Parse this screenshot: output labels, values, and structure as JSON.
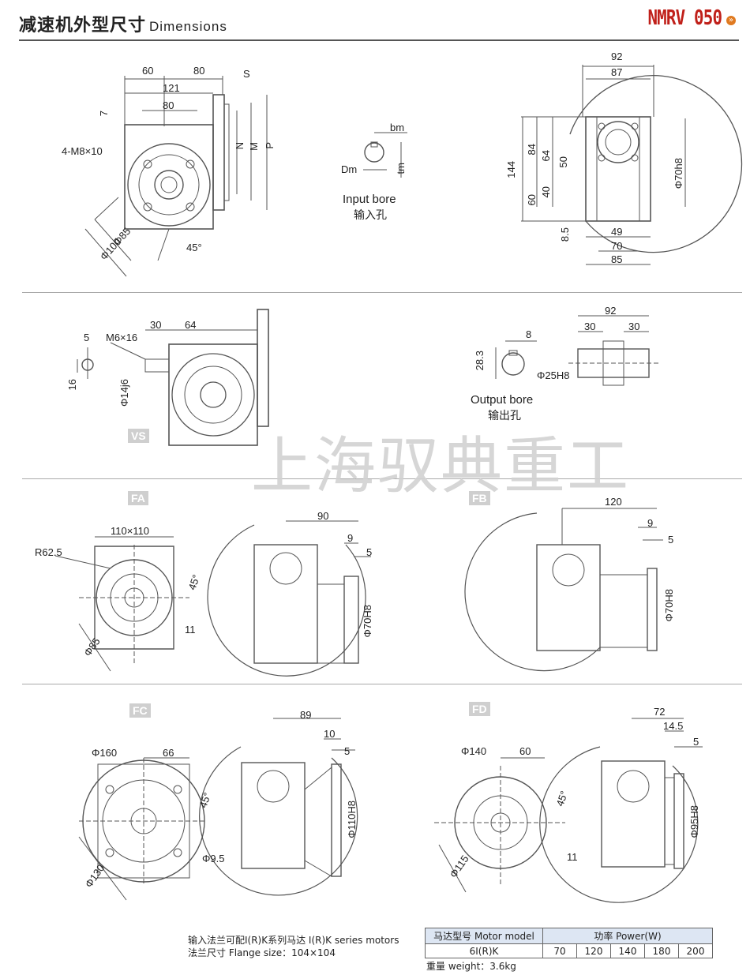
{
  "header": {
    "title_cn": "减速机外型尺寸",
    "title_en": "Dimensions",
    "model": "NMRV 050",
    "arrow": "»"
  },
  "watermark": "上海驭典重工",
  "section_tags": [
    "VS",
    "FA",
    "FB",
    "FC",
    "FD"
  ],
  "input_bore": {
    "en": "Input bore",
    "cn": "输入孔",
    "labels": [
      "bm",
      "Dm",
      "tm"
    ]
  },
  "output_bore": {
    "en": "Output bore",
    "cn": "输出孔",
    "labels": [
      "8",
      "28.3",
      "Φ25H8"
    ]
  },
  "front_view": {
    "labels": [
      "60",
      "80",
      "121",
      "S",
      "80",
      "7",
      "4-M8×10",
      "N",
      "M",
      "P",
      "Φ85",
      "Φ100",
      "45°"
    ]
  },
  "side_view": {
    "labels": [
      "92",
      "87",
      "144",
      "84",
      "64",
      "50",
      "40",
      "60",
      "Φ70h8",
      "8.5",
      "49",
      "70",
      "85"
    ]
  },
  "vs_view": {
    "labels": [
      "5",
      "M6×16",
      "30",
      "64",
      "16",
      "Φ14j6"
    ]
  },
  "shaft_view": {
    "labels": [
      "92",
      "30",
      "30"
    ]
  },
  "fa_view": {
    "labels": [
      "110×110",
      "R62.5",
      "45°",
      "11",
      "Φ85",
      "90",
      "9",
      "5",
      "Φ70H8"
    ]
  },
  "fb_view": {
    "labels": [
      "120",
      "9",
      "5",
      "Φ70H8"
    ]
  },
  "fc_view": {
    "labels": [
      "Φ160",
      "66",
      "45°",
      "Φ9.5",
      "Φ130",
      "89",
      "10",
      "5",
      "Φ110H8"
    ]
  },
  "fd_view": {
    "labels": [
      "Φ140",
      "60",
      "45°",
      "11",
      "Φ115",
      "72",
      "14.5",
      "5",
      "Φ95H8"
    ]
  },
  "footer": {
    "line1": "输入法兰可配I(R)K系列马达  I(R)K series motors",
    "line2": "法兰尺寸 Flange size：104×104",
    "weight": "重量 weight：3.6kg"
  },
  "motor_table": {
    "col1_header": "马达型号 Motor model",
    "col2_header": "功率 Power(W)",
    "model": "6I(R)K",
    "powers": [
      "70",
      "120",
      "140",
      "180",
      "200"
    ]
  }
}
